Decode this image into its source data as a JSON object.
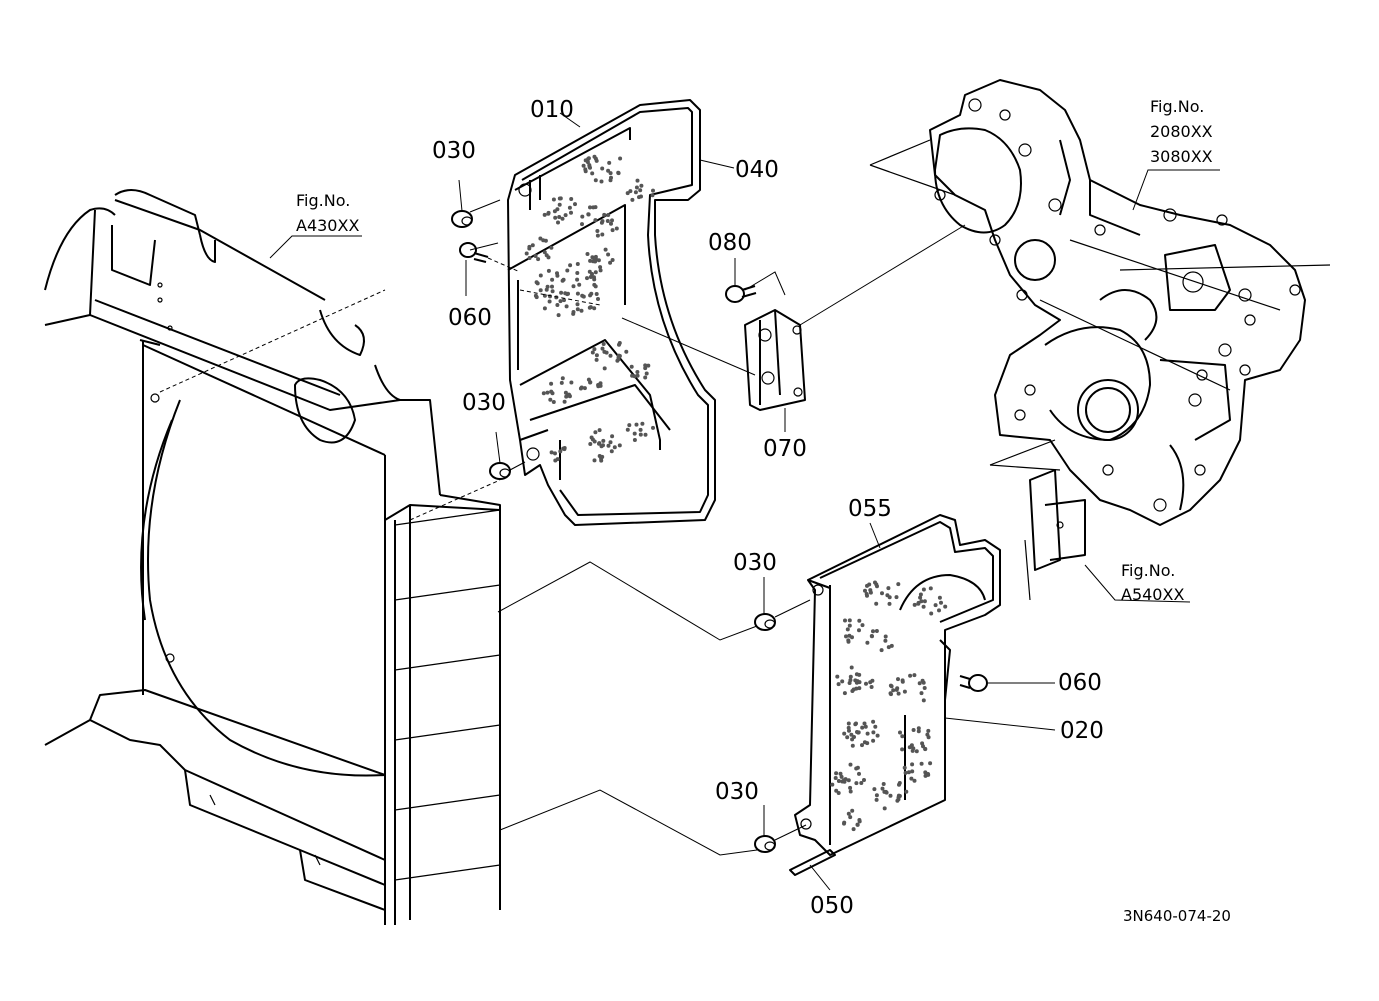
{
  "labels": {
    "p010": "010",
    "p020": "020",
    "p030a": "030",
    "p030b": "030",
    "p030c": "030",
    "p030d": "030",
    "p040": "040",
    "p050": "050",
    "p055": "055",
    "p060a": "060",
    "p060b": "060",
    "p070": "070",
    "p080": "080"
  },
  "references": {
    "a430": {
      "title": "Fig.No.",
      "code": "A430XX"
    },
    "a540": {
      "title": "Fig.No.",
      "code": "A540XX"
    },
    "gear": {
      "title": "Fig.No.",
      "code1": "2080XX",
      "code2": "3080XX"
    }
  },
  "drawing_code": "3N640-074-20"
}
